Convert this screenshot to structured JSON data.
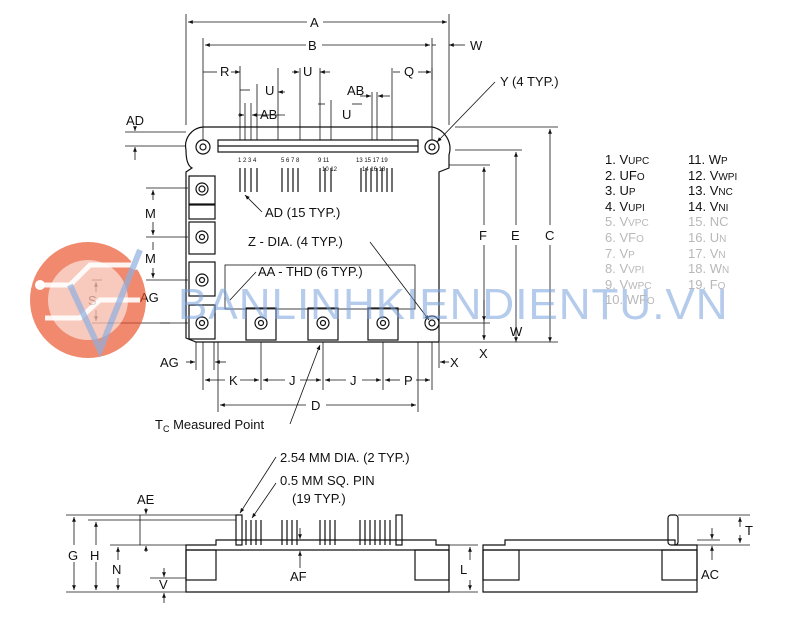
{
  "dimensions": {
    "A": "A",
    "B": "B",
    "W_top": "W",
    "R": "R",
    "U1": "U",
    "U2": "U",
    "U3": "U",
    "Q": "Q",
    "AB1": "AB",
    "AB2": "AB",
    "AD": "AD",
    "M1": "M",
    "M2": "M",
    "S": "S",
    "AG1": "AG",
    "AG2": "AG",
    "F": "F",
    "E": "E",
    "C": "C",
    "X_right": "X",
    "W_right": "W",
    "X_bottom": "X",
    "K": "K",
    "J1": "J",
    "J2": "J",
    "P": "P",
    "D": "D",
    "G": "G",
    "H": "H",
    "N": "N",
    "V": "V",
    "AE": "AE",
    "AF": "AF",
    "L": "L",
    "T": "T",
    "AC": "AC"
  },
  "callouts": {
    "y_holes": "Y (4 TYP.)",
    "ad_pins": "AD (15 TYP.)",
    "z_dia": "Z - DIA. (4 TYP.)",
    "aa_thd": "AA - THD (6 TYP.)",
    "tc_point_main": "T",
    "tc_point_sub": "C",
    "tc_point_rest": " Measured Point",
    "pin_dia": "2.54 MM DIA. (2 TYP.)",
    "sq_pin_1": "0.5 MM SQ. PIN",
    "sq_pin_2": "(19 TYP.)"
  },
  "pin_numbers": {
    "g1": "1 2 3 4",
    "g2": "5 6 7 8",
    "g3a": "9  11",
    "g3b": "10 12",
    "g4a": "13 15 17 19",
    "g4b": "14 16 18"
  },
  "pins_left": [
    {
      "num": "1.",
      "name": "V",
      "sub": "UPC",
      "faded": false
    },
    {
      "num": "2.",
      "name": "UF",
      "sub": "O",
      "faded": false
    },
    {
      "num": "3.",
      "name": "U",
      "sub": "P",
      "faded": false
    },
    {
      "num": "4.",
      "name": "V",
      "sub": "UPI",
      "faded": false
    },
    {
      "num": "5.",
      "name": "V",
      "sub": "VPC",
      "faded": true
    },
    {
      "num": "6.",
      "name": "VF",
      "sub": "O",
      "faded": true
    },
    {
      "num": "7.",
      "name": "V",
      "sub": "P",
      "faded": true
    },
    {
      "num": "8.",
      "name": "V",
      "sub": "VPI",
      "faded": true
    },
    {
      "num": "9.",
      "name": "V",
      "sub": "WPC",
      "faded": true
    },
    {
      "num": "10.",
      "name": "WF",
      "sub": "O",
      "faded": true
    }
  ],
  "pins_right": [
    {
      "num": "11.",
      "name": "W",
      "sub": "P",
      "faded": false
    },
    {
      "num": "12.",
      "name": "V",
      "sub": "WPI",
      "faded": false
    },
    {
      "num": "13.",
      "name": "V",
      "sub": "NC",
      "faded": false
    },
    {
      "num": "14.",
      "name": "V",
      "sub": "NI",
      "faded": false
    },
    {
      "num": "15.",
      "name": "NC",
      "sub": "",
      "faded": true
    },
    {
      "num": "16.",
      "name": "U",
      "sub": "N",
      "faded": true
    },
    {
      "num": "17.",
      "name": "V",
      "sub": "N",
      "faded": true
    },
    {
      "num": "18.",
      "name": "W",
      "sub": "N",
      "faded": true
    },
    {
      "num": "19.",
      "name": "F",
      "sub": "O",
      "faded": true
    }
  ],
  "watermark": {
    "text": "BANLINHKIENDIENTU.VN"
  },
  "colors": {
    "ink": "#111111",
    "watermark_orange": "#e8532b",
    "watermark_blue": "#7aa3dc"
  }
}
